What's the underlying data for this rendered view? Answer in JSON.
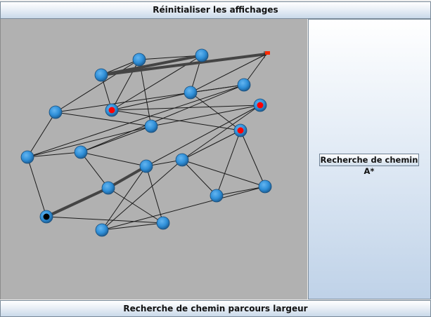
{
  "buttons": {
    "reset": "Réinitialiser les affichages",
    "astar": "Recherche de chemin A*",
    "bfs": "Recherche de chemin parcours largeur"
  },
  "colors": {
    "canvas": "#b1b1b1",
    "node": "#2f8fd8",
    "node_marked": "#ff0000",
    "node_start": "#000000",
    "flag": "#ff2a00",
    "path_edge": "#444444"
  },
  "graph": {
    "nodes": [
      {
        "id": "n1",
        "mark": "none"
      },
      {
        "id": "n2",
        "mark": "none"
      },
      {
        "id": "n3",
        "mark": "none"
      },
      {
        "id": "n4",
        "mark": "flag"
      },
      {
        "id": "n5",
        "mark": "none"
      },
      {
        "id": "n6",
        "mark": "red"
      },
      {
        "id": "n7",
        "mark": "none"
      },
      {
        "id": "n8",
        "mark": "none"
      },
      {
        "id": "n9",
        "mark": "none"
      },
      {
        "id": "n10",
        "mark": "red"
      },
      {
        "id": "n11",
        "mark": "red"
      },
      {
        "id": "n12",
        "mark": "none"
      },
      {
        "id": "n13",
        "mark": "none"
      },
      {
        "id": "n14",
        "mark": "none"
      },
      {
        "id": "n15",
        "mark": "none"
      },
      {
        "id": "n16",
        "mark": "none"
      },
      {
        "id": "n17",
        "mark": "none"
      },
      {
        "id": "n18",
        "mark": "none"
      },
      {
        "id": "n19",
        "mark": "black"
      },
      {
        "id": "n20",
        "mark": "none"
      },
      {
        "id": "n21",
        "mark": "none"
      }
    ],
    "edges": [
      [
        "n1",
        "n2"
      ],
      [
        "n1",
        "n6"
      ],
      [
        "n1",
        "n9"
      ],
      [
        "n1",
        "n5"
      ],
      [
        "n1",
        "n3"
      ],
      [
        "n2",
        "n3"
      ],
      [
        "n2",
        "n6"
      ],
      [
        "n2",
        "n7"
      ],
      [
        "n3",
        "n6"
      ],
      [
        "n3",
        "n4"
      ],
      [
        "n4",
        "n7"
      ],
      [
        "n4",
        "n8"
      ],
      [
        "n5",
        "n8"
      ],
      [
        "n5",
        "n9"
      ],
      [
        "n5",
        "n12"
      ],
      [
        "n6",
        "n10"
      ],
      [
        "n6",
        "n11"
      ],
      [
        "n6",
        "n7"
      ],
      [
        "n7",
        "n8"
      ],
      [
        "n7",
        "n11"
      ],
      [
        "n8",
        "n12"
      ],
      [
        "n8",
        "n13"
      ],
      [
        "n9",
        "n10"
      ],
      [
        "n9",
        "n13"
      ],
      [
        "n9",
        "n12"
      ],
      [
        "n10",
        "n14"
      ],
      [
        "n10",
        "n15"
      ],
      [
        "n11",
        "n15"
      ],
      [
        "n11",
        "n16"
      ],
      [
        "n11",
        "n17"
      ],
      [
        "n12",
        "n13"
      ],
      [
        "n12",
        "n19"
      ],
      [
        "n13",
        "n14"
      ],
      [
        "n13",
        "n18"
      ],
      [
        "n14",
        "n15"
      ],
      [
        "n14",
        "n18"
      ],
      [
        "n14",
        "n20"
      ],
      [
        "n14",
        "n21"
      ],
      [
        "n15",
        "n16"
      ],
      [
        "n15",
        "n20"
      ],
      [
        "n15",
        "n17"
      ],
      [
        "n16",
        "n17"
      ],
      [
        "n16",
        "n20"
      ],
      [
        "n18",
        "n19"
      ],
      [
        "n18",
        "n21"
      ],
      [
        "n19",
        "n21"
      ],
      [
        "n20",
        "n21"
      ]
    ],
    "path": [
      "n4",
      "n3",
      "n2",
      "n9",
      "n14",
      "n18",
      "n19"
    ]
  }
}
